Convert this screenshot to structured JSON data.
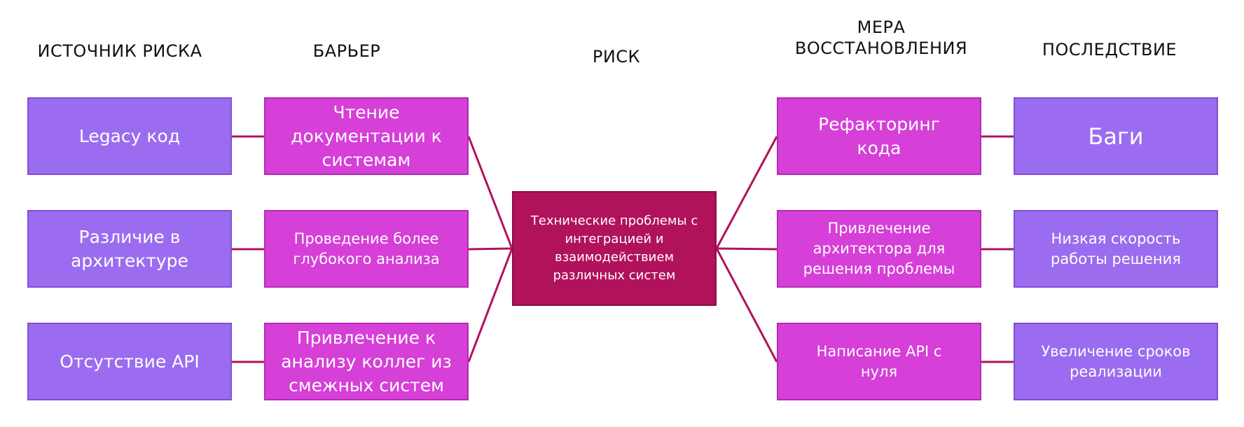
{
  "headers": {
    "source": "ИСТОЧНИК РИСКА",
    "barrier": "БАРЬЕР",
    "risk": "РИСК",
    "recovery": "МЕРА ВОССТАНОВЛЕНИЯ",
    "consequence": "ПОСЛЕДСТВИЕ"
  },
  "sources": [
    "Legacy код",
    "Различие в архитектуре",
    "Отсутствие API"
  ],
  "barriers": [
    "Чтение документации к системам",
    "Проведение более глубокого анализа",
    "Привлечение к анализу коллег из смежных систем"
  ],
  "risk": "Технические проблемы с интеграцией и взаимодействием различных систем",
  "recovery": [
    "Рефакторинг кода",
    "Привлечение архитектора для решения проблемы",
    "Написание API с нуля"
  ],
  "consequences": [
    "Баги",
    "Низкая скорость работы решения",
    "Увеличение сроков реализации"
  ],
  "colors": {
    "source_box": "#9b6cf0",
    "barrier_box": "#d63fd8",
    "risk_box": "#b1125c",
    "connector": "#b1125c"
  }
}
